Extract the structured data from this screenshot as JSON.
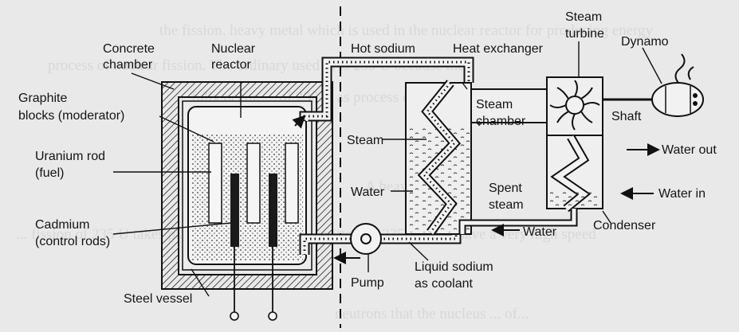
{
  "background_text": [
    "the fission. heavy metal which is used in the nuclear reactor for producing energy",
    "process of nuclear fission. The ordinary used in is 235 U because the",
    "fully occur. ... of 235 U as process of ...",
    "... A heavy metal ...",
    "... fission of 235 U takes place easily ... neutrons emitted by 235 U atom have a very high speed",
    "neutrons that the nucleus ... of..."
  ],
  "labels": {
    "concrete_chamber": [
      "Concrete",
      "chamber"
    ],
    "nuclear_reactor": [
      "Nuclear",
      "reactor"
    ],
    "graphite_blocks": [
      "Graphite",
      "blocks (moderator)"
    ],
    "uranium_rod": [
      "Uranium rod",
      "(fuel)"
    ],
    "cadmium": [
      "Cadmium",
      "(control rods)"
    ],
    "steel_vessel": "Steel vessel",
    "hot_sodium": "Hot sodium",
    "heat_exchanger": "Heat exchanger",
    "steam_turbine": [
      "Steam",
      "turbine"
    ],
    "dynamo": "Dynamo",
    "steam_chamber": [
      "Steam",
      "chamber"
    ],
    "shaft": "Shaft",
    "steam": "Steam",
    "water_left": "Water",
    "spent_steam": [
      "Spent",
      "steam"
    ],
    "water_out": "Water out",
    "water_in": "Water in",
    "condenser": "Condenser",
    "water_bottom": "Water",
    "pump": "Pump",
    "liquid_sodium": [
      "Liquid sodium",
      "as coolant"
    ]
  }
}
